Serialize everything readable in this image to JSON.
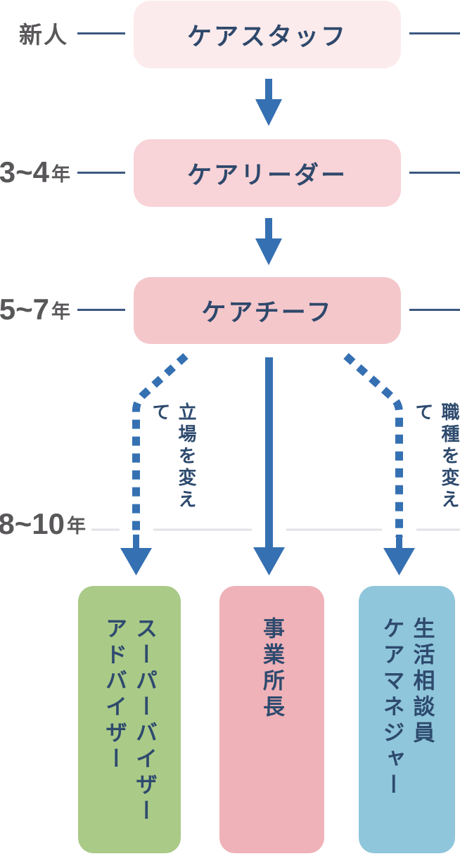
{
  "colors": {
    "arrow_blue": "#3570b2",
    "stage_text_navy": "#2e486b",
    "milestone_gray": "#595759",
    "connector_navy": "#3c5880",
    "light_rule_gray": "#e3e3e7",
    "stage1_bg": "#fcebec",
    "stage2_bg": "#f8d3d7",
    "stage3_bg": "#f4c7cb",
    "outcome_supervisor_bg": "#aaca88",
    "outcome_office_manager_bg": "#efb2b8",
    "outcome_care_manager_bg": "#8fc6db"
  },
  "timeline": [
    {
      "label": "新人",
      "unit": ""
    },
    {
      "label": "3~4",
      "unit": "年"
    },
    {
      "label": "5~7",
      "unit": "年"
    },
    {
      "label": "8~10",
      "unit": "年"
    }
  ],
  "stages": [
    {
      "label": "ケアスタッフ"
    },
    {
      "label": "ケアリーダー"
    },
    {
      "label": "ケアチーフ"
    }
  ],
  "branch_notes": {
    "left": "立場を変えて",
    "right": "職種を変えて"
  },
  "outcomes": [
    {
      "lines": [
        "スーパーバイザー",
        "アドバイザー"
      ]
    },
    {
      "lines": [
        "事業所長"
      ]
    },
    {
      "lines": [
        "生活相談員",
        "ケアマネジャー"
      ]
    }
  ]
}
